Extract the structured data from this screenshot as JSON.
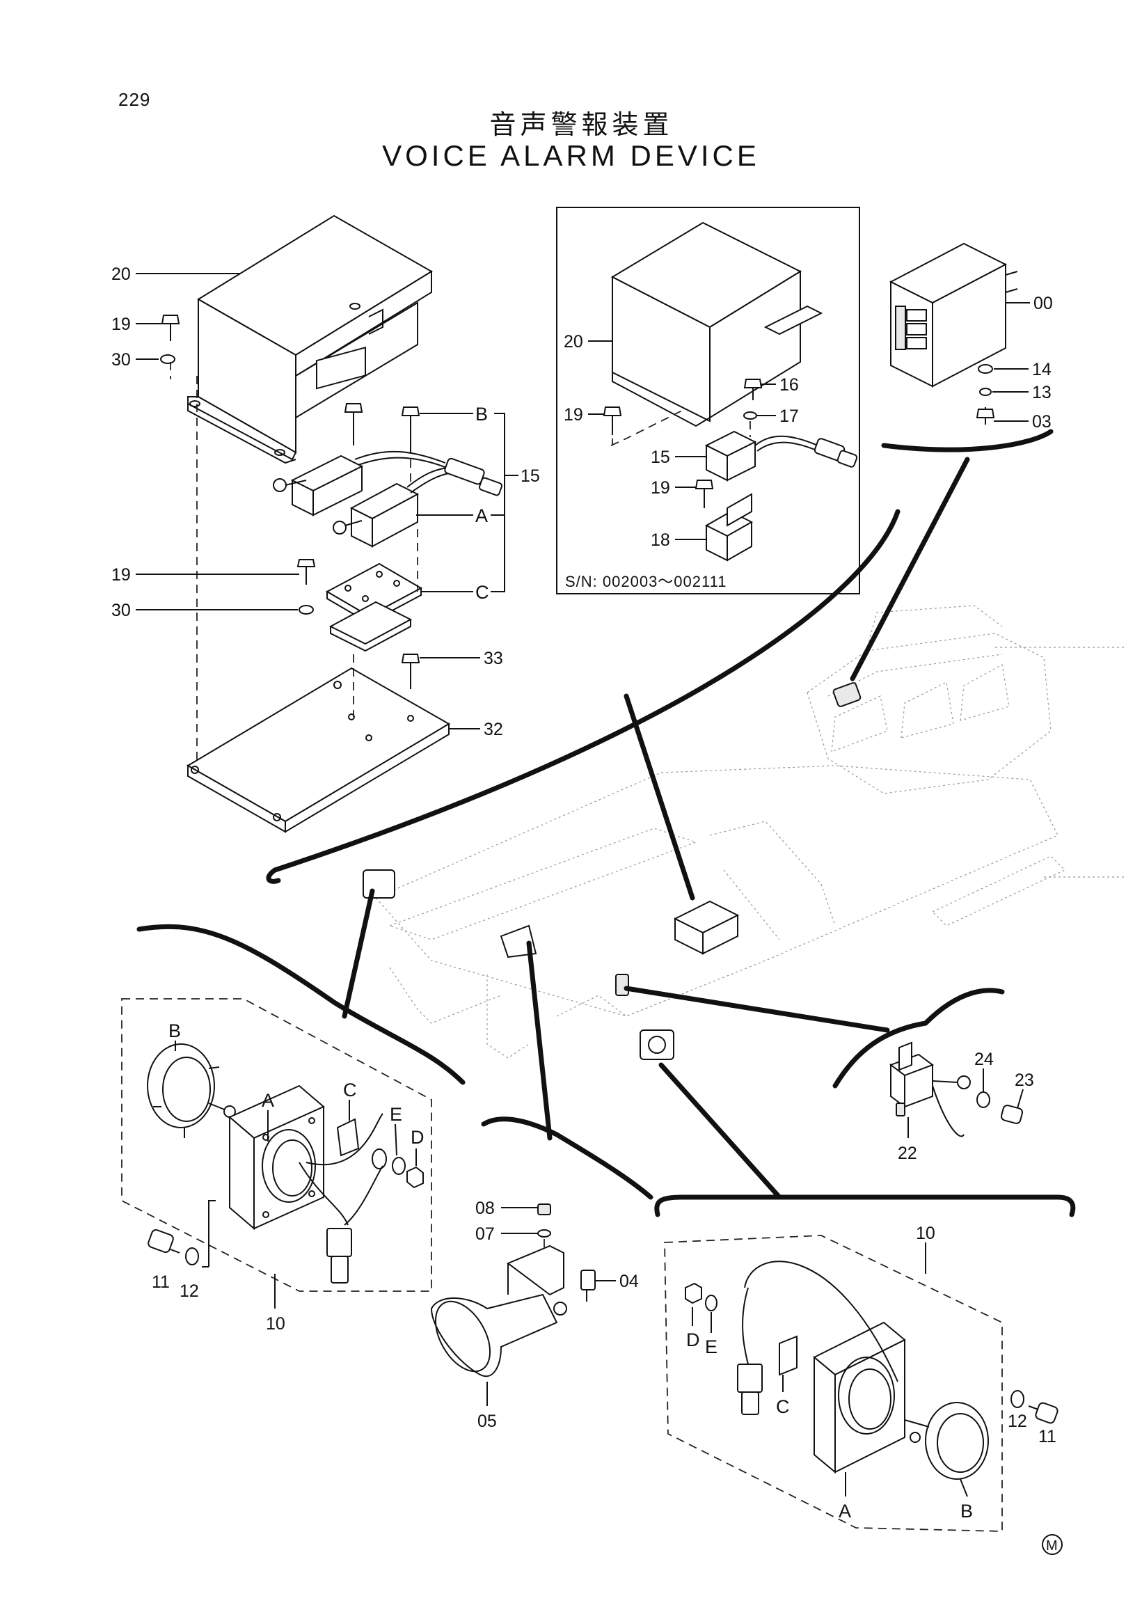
{
  "page": {
    "number": "229"
  },
  "title": {
    "japanese": "音声警報装置",
    "english": "VOICE ALARM DEVICE"
  },
  "inset": {
    "serial_range": "S/N: 002003～002111"
  },
  "labels": {
    "p00": "00",
    "p03": "03",
    "p04": "04",
    "p05": "05",
    "p07": "07",
    "p08": "08",
    "p10": "10",
    "p11": "11",
    "p12": "12",
    "p13": "13",
    "p14": "14",
    "p15": "15",
    "p16": "16",
    "p17": "17",
    "p18": "18",
    "p19": "19",
    "p20": "20",
    "p22": "22",
    "p23": "23",
    "p24": "24",
    "p30": "30",
    "p32": "32",
    "p33": "33",
    "A": "A",
    "B": "B",
    "C": "C",
    "D": "D",
    "E": "E"
  },
  "mark": "M"
}
